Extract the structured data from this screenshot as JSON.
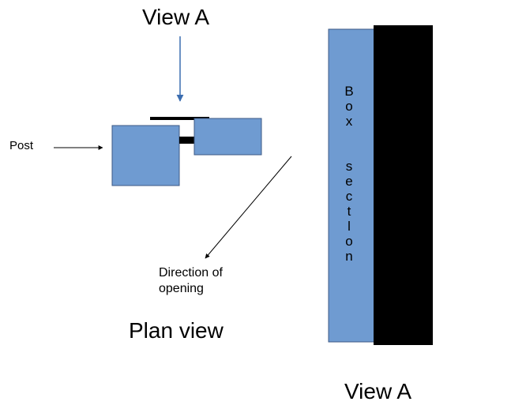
{
  "diagram": {
    "title_top": "View A",
    "post_label": "Post",
    "direction_label_line1": "Direction of",
    "direction_label_line2": "opening",
    "plan_view_label": "Plan view",
    "view_a_label": "View A",
    "box_section_chars": [
      "B",
      "o",
      "x",
      "",
      "",
      "s",
      "e",
      "c",
      "t",
      "l",
      "o",
      "n"
    ]
  },
  "colors": {
    "box_fill": "#6f9bd1",
    "box_stroke": "#3c5a85",
    "arrow_blue": "#3b6db0",
    "black": "#000000"
  }
}
